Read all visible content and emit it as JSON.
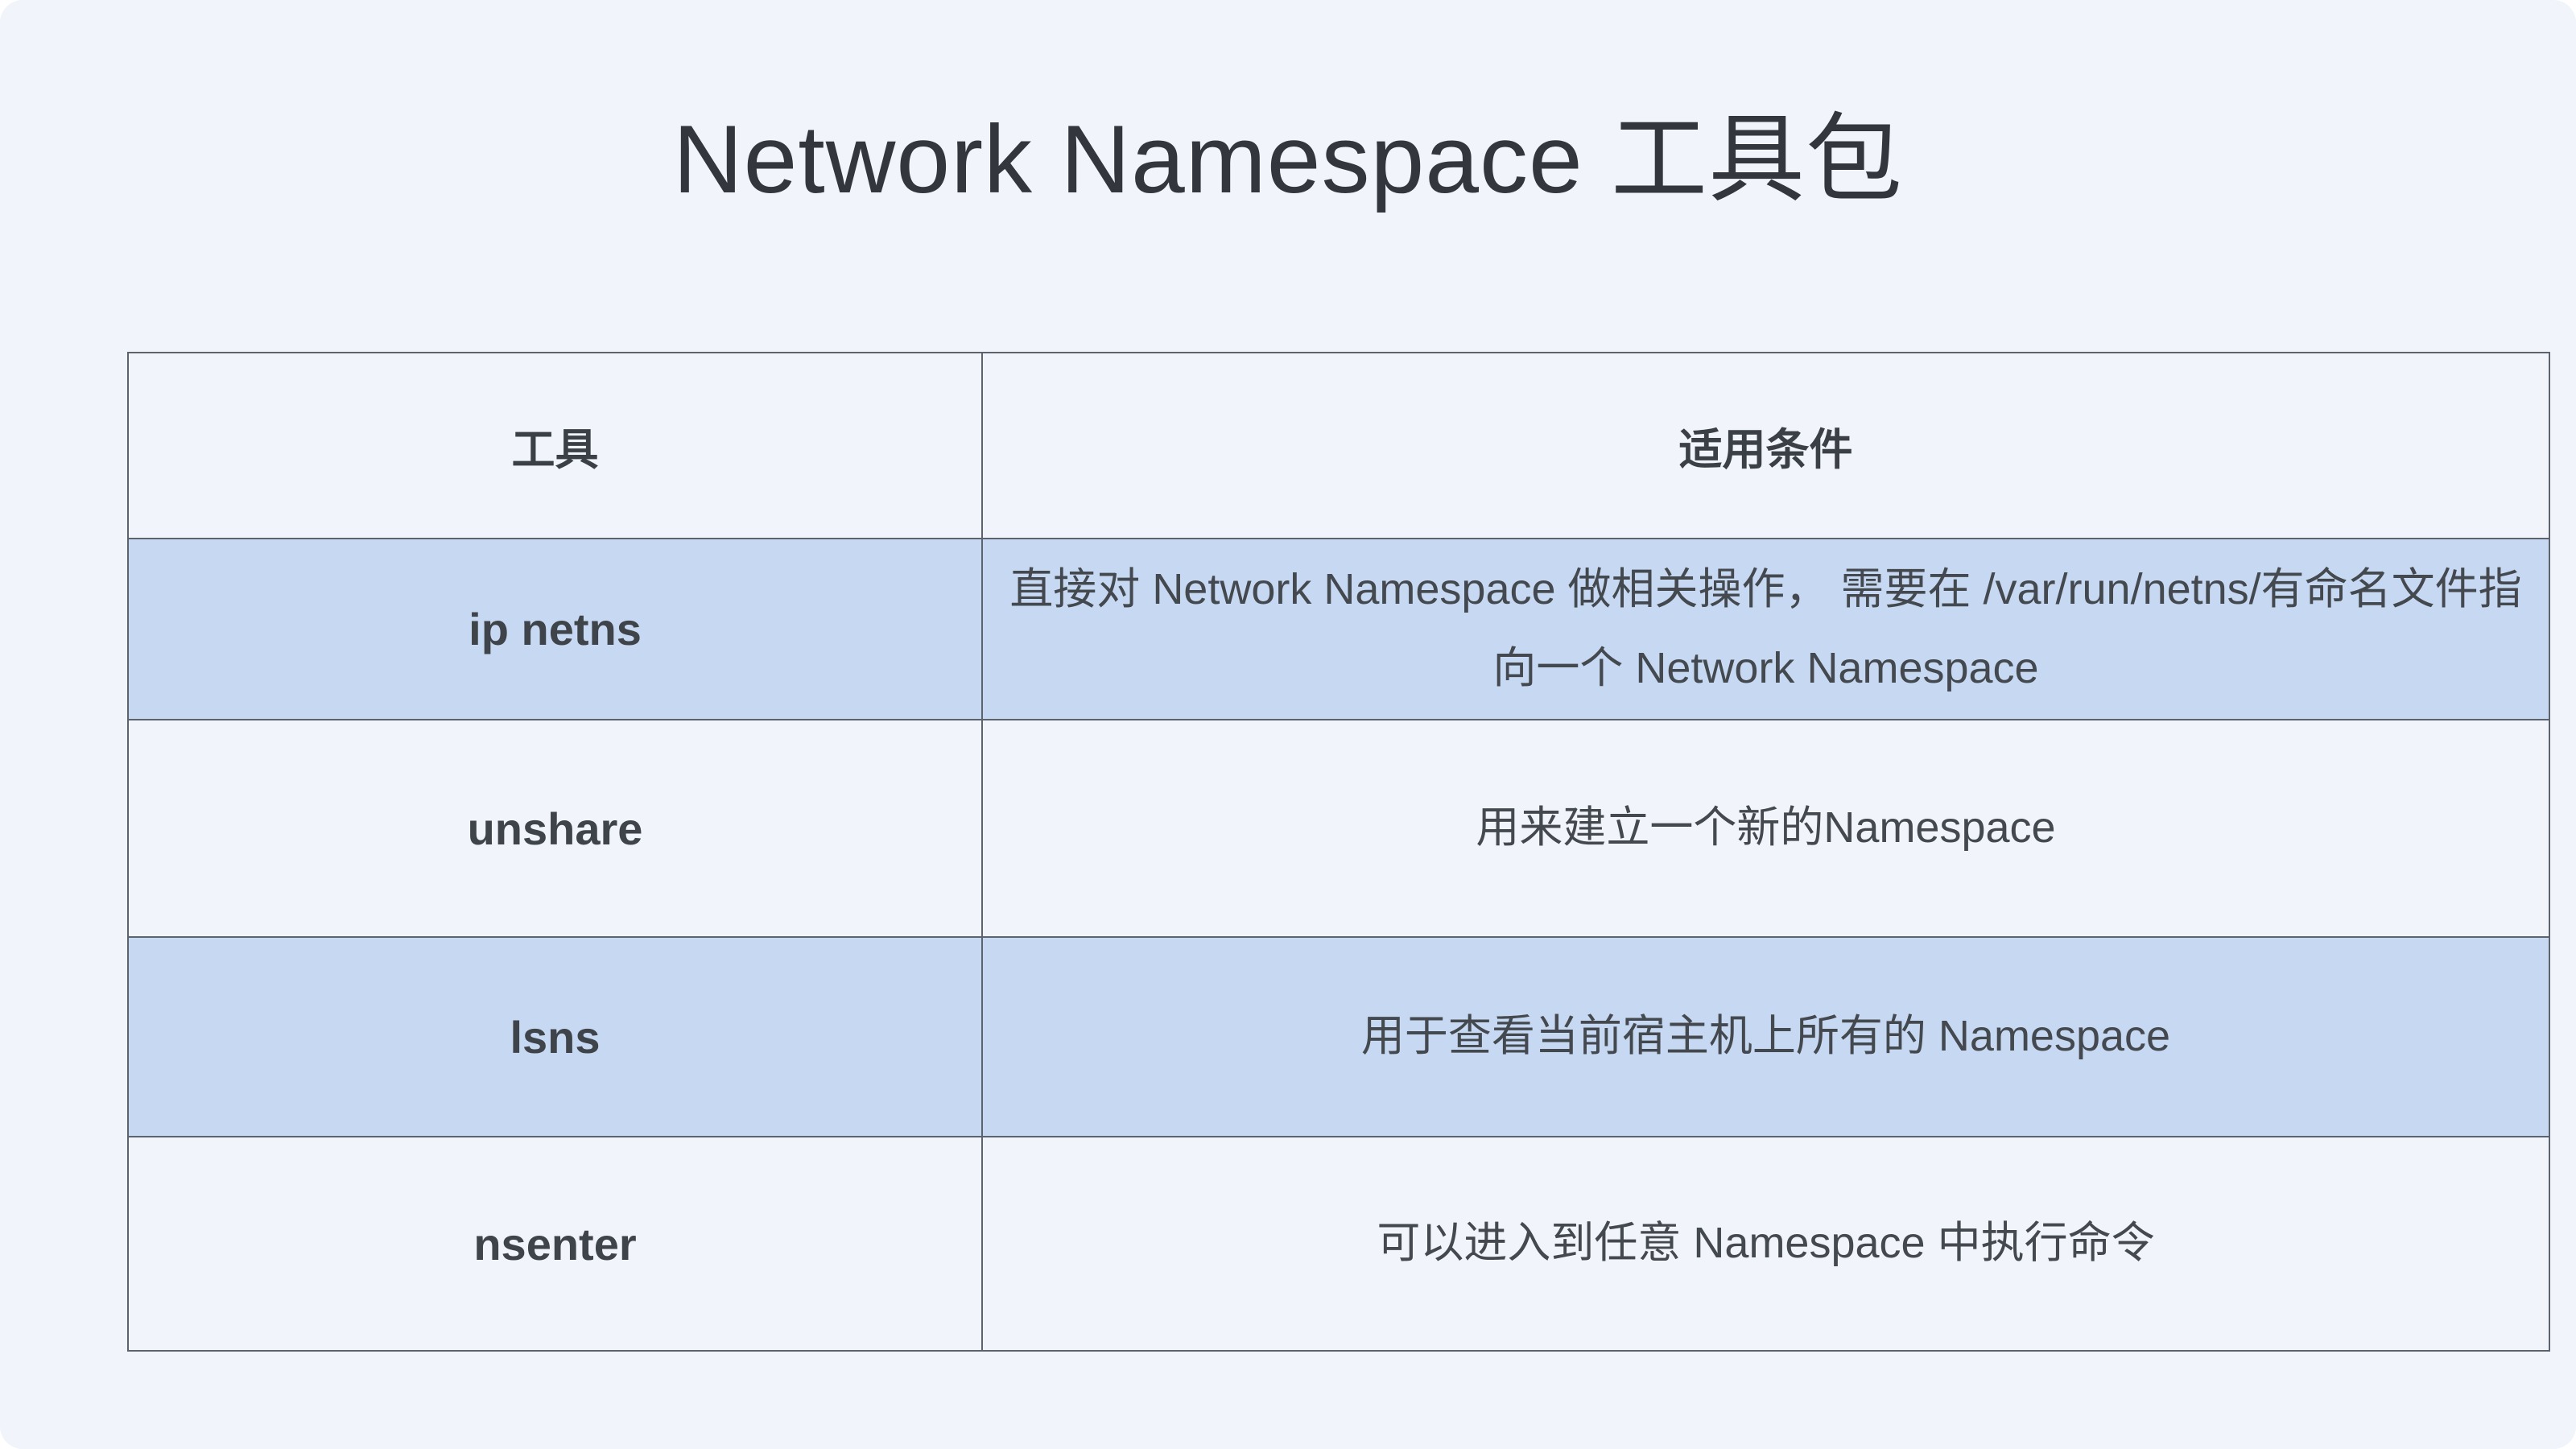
{
  "page": {
    "title": "Network Namespace 工具包",
    "background_color": "#f1f4fa",
    "highlight_color": "#c7d9f2",
    "border_color": "#5d636c",
    "text_color": "#3e434a"
  },
  "table": {
    "headers": [
      {
        "label": "工具"
      },
      {
        "label": "适用条件"
      }
    ],
    "rows": [
      {
        "tool": "ip netns",
        "condition": "直接对 Network Namespace 做相关操作， 需要在 /var/run/netns/有命名文件指向一个 Network Namespace",
        "highlighted": true
      },
      {
        "tool": "unshare",
        "condition": "用来建立一个新的Namespace",
        "highlighted": false
      },
      {
        "tool": "lsns",
        "condition": "用于查看当前宿主机上所有的 Namespace",
        "highlighted": true
      },
      {
        "tool": "nsenter",
        "condition": "可以进入到任意 Namespace 中执行命令",
        "highlighted": false
      }
    ]
  }
}
